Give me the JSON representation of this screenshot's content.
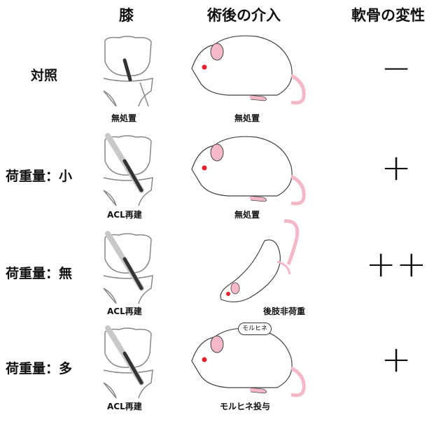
{
  "headers": {
    "knee": "膝",
    "intervention": "術後の介入",
    "cartilage": "軟骨の変性"
  },
  "rows": [
    {
      "label": "対照",
      "knee_caption": "無処置",
      "intervention_caption": "無処置",
      "result": "−"
    },
    {
      "label": "荷重量：小",
      "knee_caption": "ACL再建",
      "intervention_caption": "無処置",
      "result": "+"
    },
    {
      "label": "荷重量：無",
      "knee_caption": "ACL再建",
      "intervention_caption": "後肢非荷重",
      "result": "++"
    },
    {
      "label": "荷重量：多",
      "knee_caption": "ACL再建",
      "intervention_caption": "モルヒネ投与",
      "result": "+",
      "tag": "モルヒネ"
    }
  ],
  "colors": {
    "rat_eye": "#e8202a",
    "rat_pink": "#f4b8c8",
    "graft": "#c8c8c8",
    "ligament": "#333333"
  }
}
